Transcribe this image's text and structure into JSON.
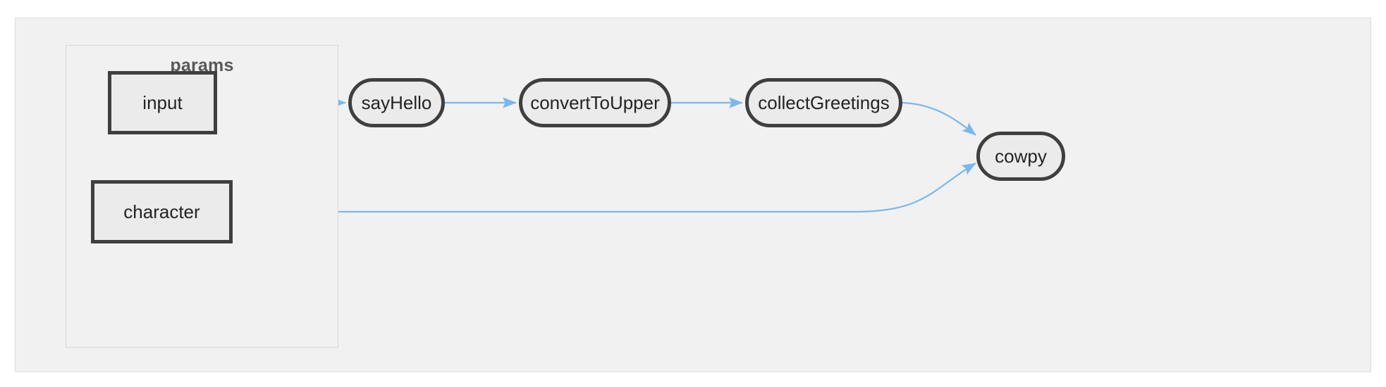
{
  "diagram": {
    "type": "flowchart",
    "direction": "left-to-right",
    "canvas": {
      "background": "#ffffff",
      "frame_background": "#f1f1f1",
      "frame_border_color": "#dcdcdc"
    },
    "subgraphs": [
      {
        "id": "params",
        "title": "params",
        "title_color": "#595959",
        "background": "#f1f1f1",
        "border_color": "#d9d9d9",
        "contains": [
          "input",
          "character"
        ]
      }
    ],
    "nodes": [
      {
        "id": "input",
        "label": "input",
        "shape": "rect",
        "fill": "#ebebeb",
        "stroke": "#3f3f3f",
        "text_color": "#232323"
      },
      {
        "id": "character",
        "label": "character",
        "shape": "rect",
        "fill": "#ebebeb",
        "stroke": "#3f3f3f",
        "text_color": "#232323"
      },
      {
        "id": "sayHello",
        "label": "sayHello",
        "shape": "stadium",
        "fill": "#ebebeb",
        "stroke": "#3f3f3f",
        "text_color": "#232323"
      },
      {
        "id": "convertToUpper",
        "label": "convertToUpper",
        "shape": "stadium",
        "fill": "#ebebeb",
        "stroke": "#3f3f3f",
        "text_color": "#232323"
      },
      {
        "id": "collectGreetings",
        "label": "collectGreetings",
        "shape": "stadium",
        "fill": "#ebebeb",
        "stroke": "#3f3f3f",
        "text_color": "#232323"
      },
      {
        "id": "cowpy",
        "label": "cowpy",
        "shape": "stadium",
        "fill": "#ebebeb",
        "stroke": "#3f3f3f",
        "text_color": "#232323"
      }
    ],
    "edges": [
      {
        "id": "edge-input-sayHello",
        "from": "input",
        "to": "sayHello",
        "label": "",
        "color": "#79b8ef",
        "arrow": true
      },
      {
        "id": "edge-sayHello-convertToUpper",
        "from": "sayHello",
        "to": "convertToUpper",
        "label": "",
        "color": "#79b8ef",
        "arrow": true
      },
      {
        "id": "edge-convertToUpper-collectGreetings",
        "from": "convertToUpper",
        "to": "collectGreetings",
        "label": "",
        "color": "#79b8ef",
        "arrow": true
      },
      {
        "id": "edge-collectGreetings-cowpy",
        "from": "collectGreetings",
        "to": "cowpy",
        "label": "",
        "color": "#79b8ef",
        "arrow": true
      },
      {
        "id": "edge-character-cowpy",
        "from": "character",
        "to": "cowpy",
        "label": "",
        "color": "#79b8ef",
        "arrow": true
      }
    ],
    "edge_color": "#79b8ef"
  }
}
